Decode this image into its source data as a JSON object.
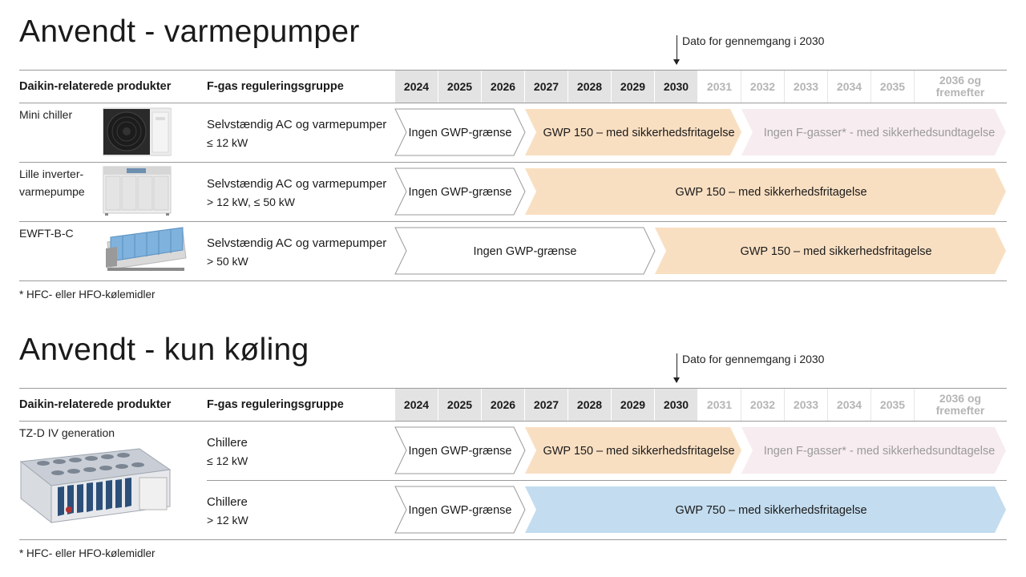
{
  "colors": {
    "none_fill": "#ffffff",
    "none_stroke": "#9a9a9a",
    "gwp150_fill": "#f9dfc2",
    "gwp750_fill": "#c3dcef",
    "fgas_fill": "#f7ecf0",
    "future_text": "#9a9a9a",
    "header_grey": "#e3e3e3"
  },
  "sections": [
    {
      "title": "Anvendt - varmepumper",
      "review_label": "Dato for gennemgang i 2030",
      "header": {
        "products": "Daikin-relaterede produkter",
        "group": "F-gas reguleringsgruppe"
      },
      "years": [
        "2024",
        "2025",
        "2026",
        "2027",
        "2028",
        "2029",
        "2030",
        "2031",
        "2032",
        "2033",
        "2034",
        "2035",
        "2036 og fremefter"
      ],
      "rows": [
        {
          "product": "Mini chiller",
          "product_image": "mini-chiller-unit-image",
          "group_title": "Selvstændig AC og varmepumper",
          "group_sub": "≤ 12 kW",
          "bars": [
            {
              "label": "Ingen GWP-grænse",
              "kind": "none",
              "from": "2024",
              "to": "2026"
            },
            {
              "label": "GWP 150 – med sikkerhedsfritagelse",
              "kind": "gwp150",
              "from": "2027",
              "to": "2031"
            },
            {
              "label": "Ingen F-gasser* - med sikkerhedsundtagelse",
              "kind": "fgas",
              "from": "2032",
              "to": "2036 og fremefter"
            }
          ]
        },
        {
          "product": "Lille inverter-varmepumpe",
          "product_image": "small-inverter-heat-pump-image",
          "group_title": "Selvstændig AC og varmepumper",
          "group_sub": "> 12 kW, ≤ 50 kW",
          "bars": [
            {
              "label": "Ingen GWP-grænse",
              "kind": "none",
              "from": "2024",
              "to": "2026"
            },
            {
              "label": "GWP 150 – med sikkerhedsfritagelse",
              "kind": "gwp150",
              "from": "2027",
              "to": "2036 og fremefter"
            }
          ]
        },
        {
          "product": "EWFT-B-C",
          "product_image": "ewft-b-c-unit-image",
          "group_title": "Selvstændig AC og varmepumper",
          "group_sub": "> 50 kW",
          "bars": [
            {
              "label": "Ingen GWP-grænse",
              "kind": "none",
              "from": "2024",
              "to": "2029"
            },
            {
              "label": "GWP 150 – med sikkerhedsfritagelse",
              "kind": "gwp150",
              "from": "2030",
              "to": "2036 og fremefter"
            }
          ]
        }
      ],
      "footnote": "* HFC- eller HFO-kølemidler"
    },
    {
      "title": "Anvendt - kun køling",
      "review_label": "Dato for gennemgang i 2030",
      "header": {
        "products": "Daikin-relaterede produkter",
        "group": "F-gas reguleringsgruppe"
      },
      "years": [
        "2024",
        "2025",
        "2026",
        "2027",
        "2028",
        "2029",
        "2030",
        "2031",
        "2032",
        "2033",
        "2034",
        "2035",
        "2036 og fremefter"
      ],
      "product": "TZ-D IV generation",
      "product_image": "tz-d-iv-chiller-image",
      "rows": [
        {
          "group_title": "Chillere",
          "group_sub": "≤ 12 kW",
          "bars": [
            {
              "label": "Ingen GWP-grænse",
              "kind": "none",
              "from": "2024",
              "to": "2026"
            },
            {
              "label": "GWP 150 – med sikkerhedsfritagelse",
              "kind": "gwp150",
              "from": "2027",
              "to": "2031"
            },
            {
              "label": "Ingen F-gasser* - med sikkerhedsundtagelse",
              "kind": "fgas",
              "from": "2032",
              "to": "2036 og fremefter"
            }
          ]
        },
        {
          "group_title": "Chillere",
          "group_sub": "> 12 kW",
          "bars": [
            {
              "label": "Ingen GWP-grænse",
              "kind": "none",
              "from": "2024",
              "to": "2026"
            },
            {
              "label": "GWP 750 – med sikkerhedsfritagelse",
              "kind": "gwp750",
              "from": "2027",
              "to": "2036 og fremefter"
            }
          ]
        }
      ],
      "footnote": "* HFC- eller HFO-kølemidler"
    }
  ]
}
